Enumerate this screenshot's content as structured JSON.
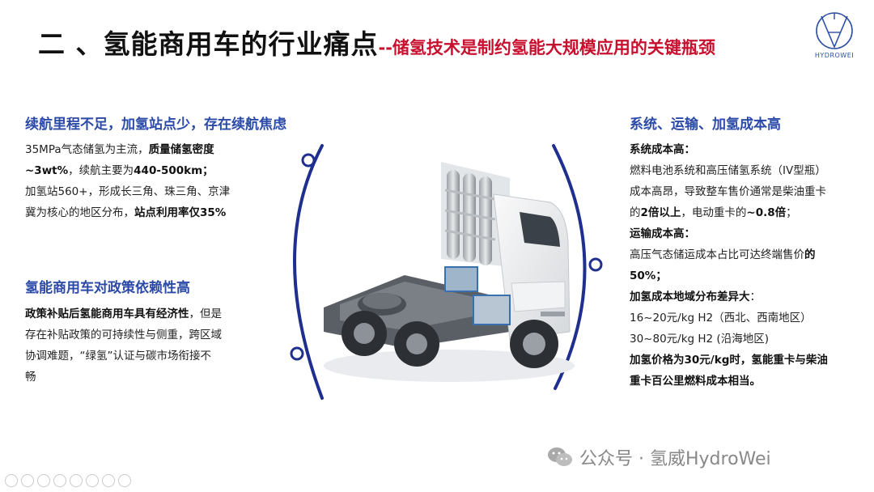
{
  "title": {
    "main": "二 、氢能商用车的行业痛点",
    "sub": "--储氢技术是制约氢能大规模应用的关键瓶颈"
  },
  "logo": {
    "text": "HYDROWEI"
  },
  "left": {
    "section1": {
      "heading": "续航里程不足，加氢站点少，存在续航焦虑",
      "l1a": "35MPa气态储氢为主流，",
      "l1b": "质量储氢密度",
      "l2a": "~3wt%",
      "l2b": "，续航主要为",
      "l2c": "440-500km；",
      "l3": "加氢站560+，形成长三角、珠三角、京津",
      "l4a": "冀为核心的地区分布，",
      "l4b": "站点利用率仅35%"
    },
    "section2": {
      "heading": "氢能商用车对政策依赖性高",
      "l1a": "政策补贴后氢能商用车具有经济性",
      "l1b": "，但是",
      "l2": "存在补贴政策的可持续性与侧重，跨区域",
      "l3": "协调难题，“绿氢”认证与碳市场衔接不",
      "l4": "畅"
    }
  },
  "right": {
    "heading": "系统、运输、加氢成本高",
    "l1": "系统成本高：",
    "l2": "燃料电池系统和高压储氢系统（IV型瓶）",
    "l3": "成本高昂，导致整车售价通常是柴油重卡",
    "l4a": "的",
    "l4b": "2倍以上",
    "l4c": "，电动重卡的",
    "l4d": "~0.8倍",
    "l4e": "；",
    "l5": "运输成本高：",
    "l6a": "高压气态储运成本占比可达终端售价",
    "l6b": "的",
    "l7": "50%；",
    "l8": "加氢成本地域分布差异大",
    "l8b": "：",
    "l9": "16~20元/kg H2（西北、西南地区）",
    "l10": "30~80元/kg H2 (沿海地区)",
    "l11": "加氢价格为30元/kg时，氢能重卡与柴油",
    "l12": "重卡百公里燃料成本相当。"
  },
  "watermark": {
    "text": "公众号 · 氢威HydroWei"
  },
  "colors": {
    "title_red": "#c8102e",
    "heading_blue": "#2b4aa8",
    "arc_navy": "#1f2f8f"
  }
}
